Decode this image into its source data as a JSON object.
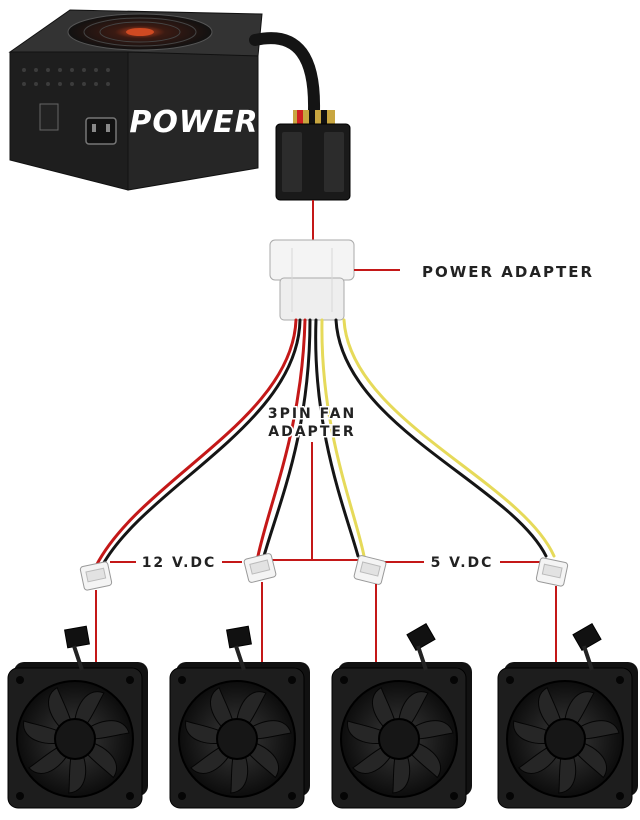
{
  "psu": {
    "label": "POWER"
  },
  "labels": {
    "power_adapter": "POWER ADAPTER",
    "fan_adapter_line1": "3PIN FAN",
    "fan_adapter_line2": "ADAPTER",
    "voltage_left": "12 V.DC",
    "voltage_right": "5 V.DC"
  },
  "colors": {
    "wire_red": "#c41818",
    "wire_black": "#151515",
    "wire_yellow": "#e6da5a",
    "connector_white": "#f4f4f4",
    "fan_body": "#1d1d1d",
    "psu_body": "#262626"
  },
  "fans": [
    {
      "id": "fan-1"
    },
    {
      "id": "fan-2"
    },
    {
      "id": "fan-3"
    },
    {
      "id": "fan-4"
    }
  ]
}
